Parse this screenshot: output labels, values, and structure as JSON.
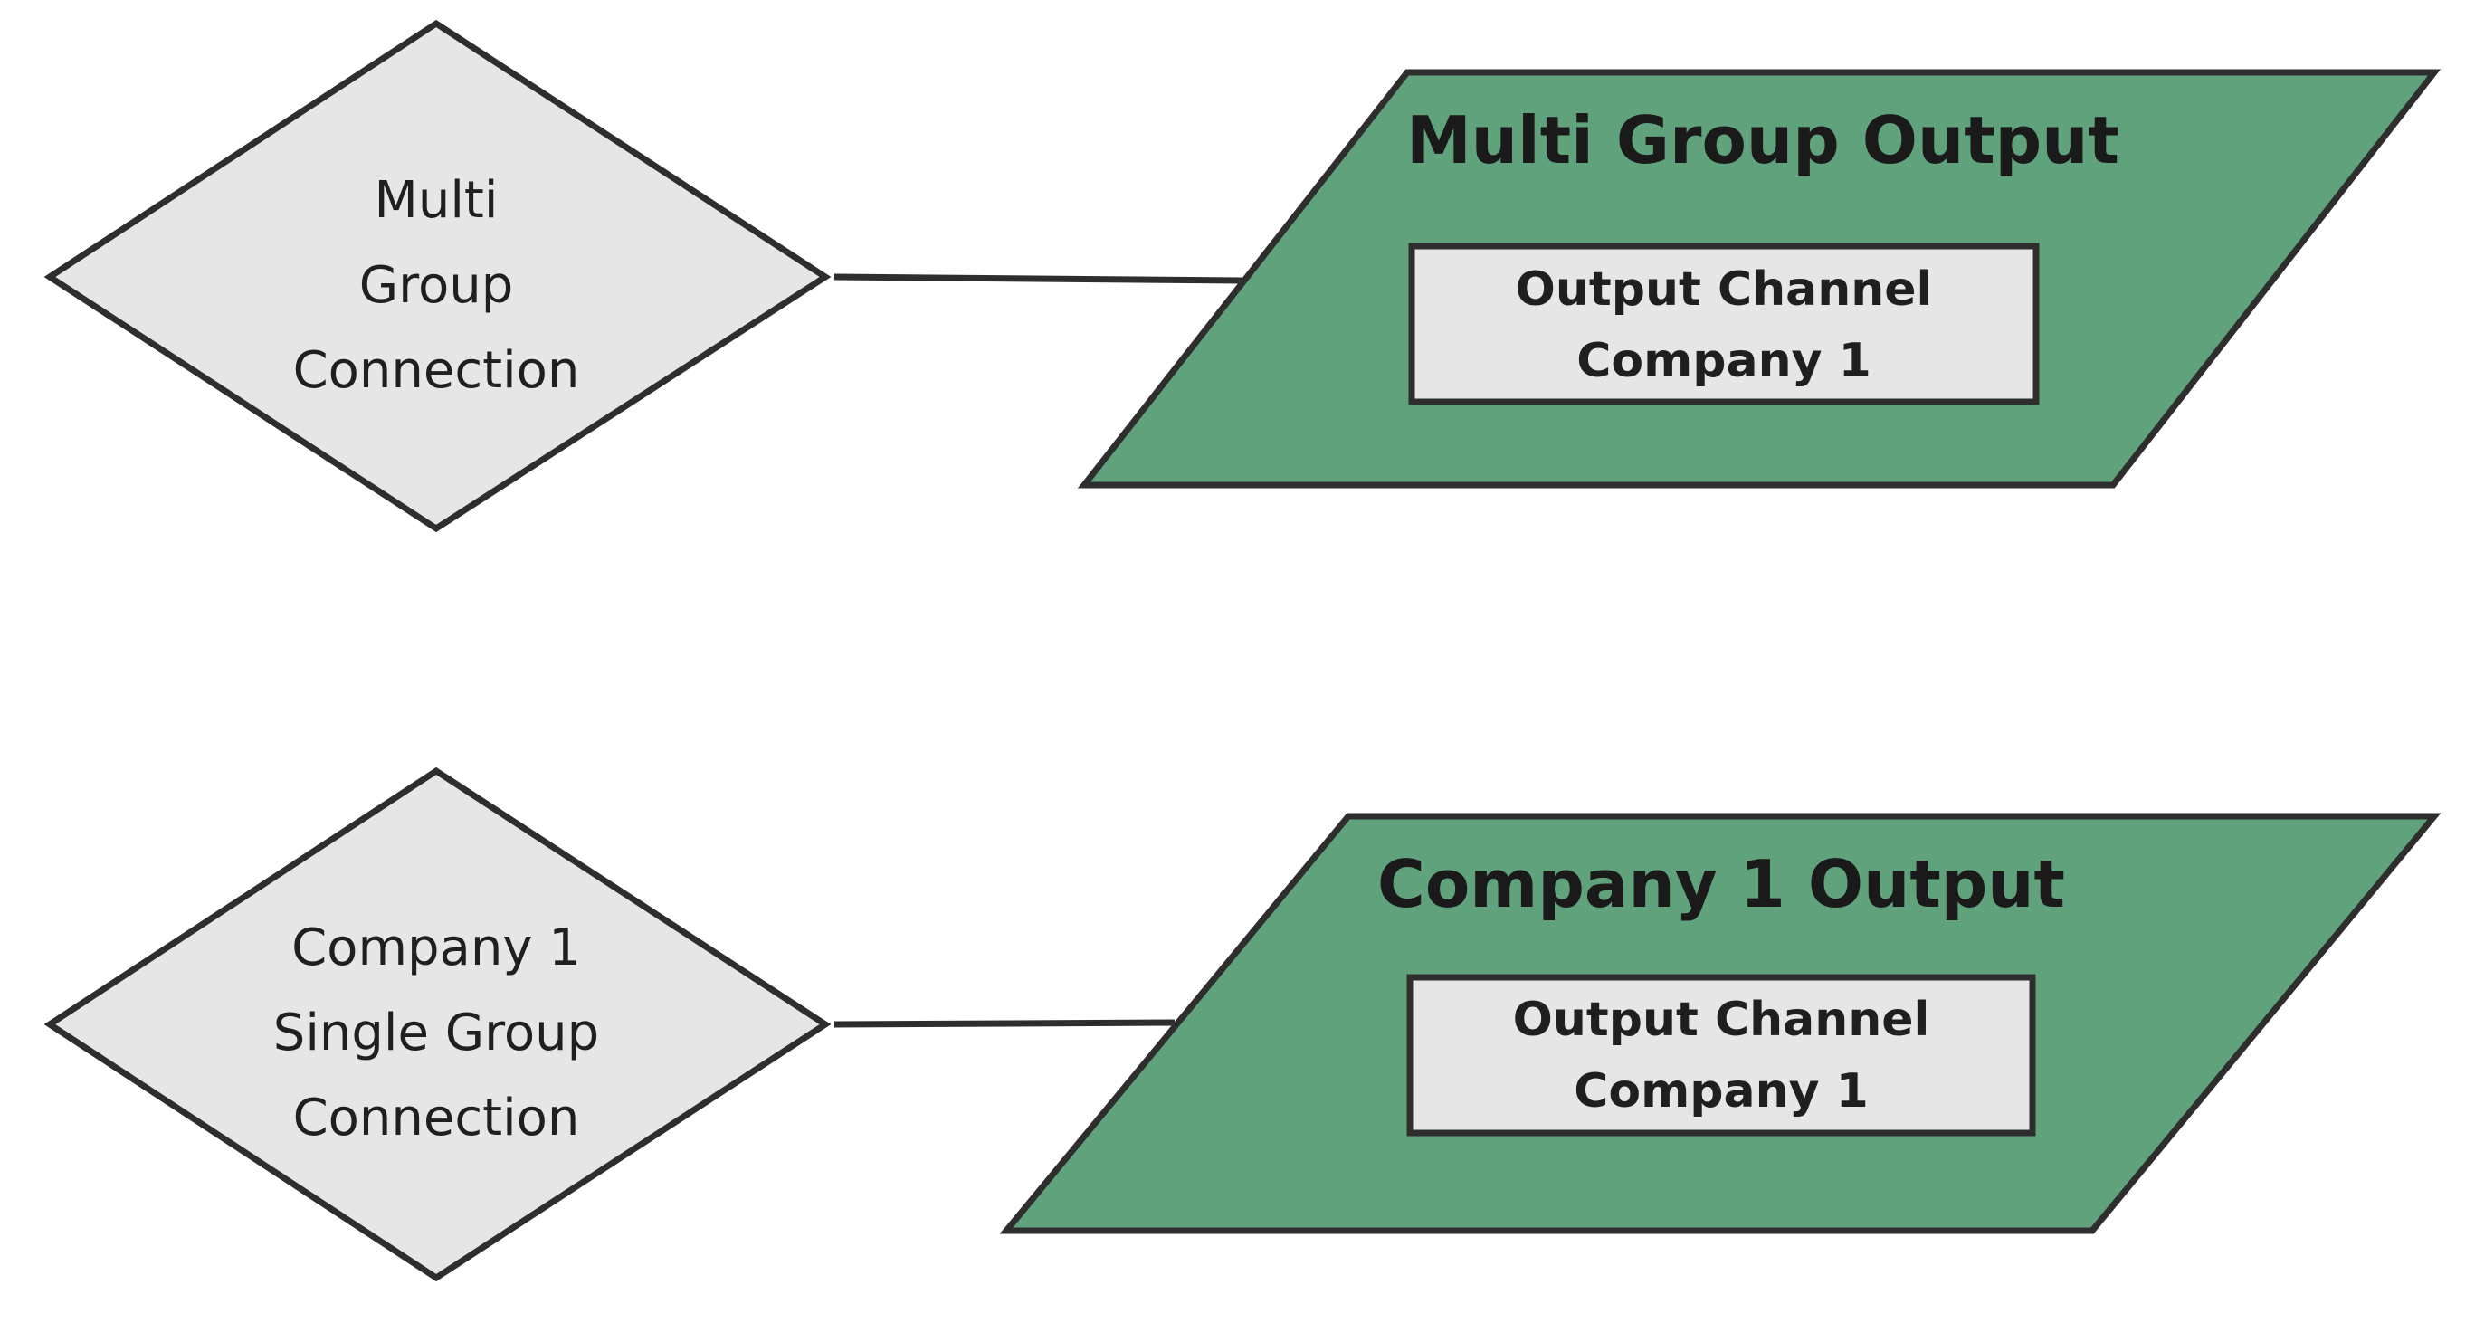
{
  "colors": {
    "decision_fill": "#e6e6e6",
    "output_fill": "#60a27c",
    "channel_fill": "#e6e6e6",
    "stroke": "#2e2e2e"
  },
  "diagram": {
    "decisions": [
      {
        "id": "multi",
        "lines": [
          "Multi",
          "Group",
          "Connection"
        ]
      },
      {
        "id": "single",
        "lines": [
          "Company 1",
          "Single Group",
          "Connection"
        ]
      }
    ],
    "outputs": [
      {
        "id": "multi",
        "title": "Multi Group Output",
        "channel_lines": [
          "Output Channel",
          "Company 1"
        ]
      },
      {
        "id": "single",
        "title": "Company 1 Output",
        "channel_lines": [
          "Output Channel",
          "Company 1"
        ]
      }
    ]
  }
}
